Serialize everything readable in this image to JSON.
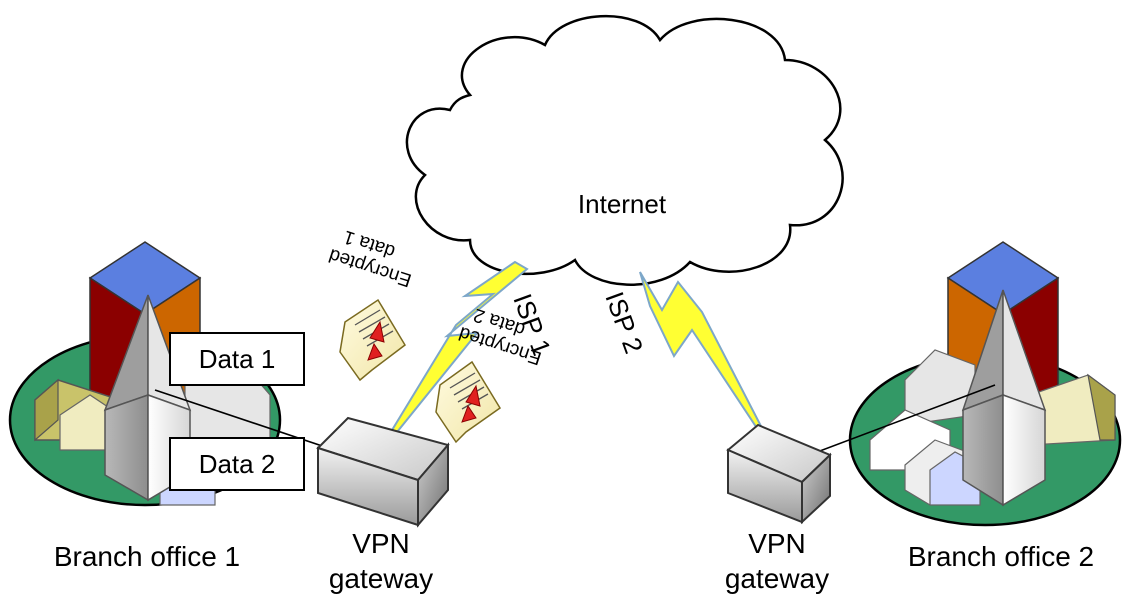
{
  "cloud": {
    "label": "Internet"
  },
  "links": {
    "isp1": {
      "label": "ISP 1"
    },
    "isp2": {
      "label": "ISP 2"
    }
  },
  "sites": {
    "branch1": {
      "label": "Branch office 1"
    },
    "branch2": {
      "label": "Branch office 2"
    }
  },
  "gateways": {
    "left": {
      "line1": "VPN",
      "line2": "gateway"
    },
    "right": {
      "line1": "VPN",
      "line2": "gateway"
    }
  },
  "data_labels": {
    "data1": "Data 1",
    "data2": "Data 2"
  },
  "packets": {
    "p1": {
      "line1": "Encrypted",
      "line2": "data 1"
    },
    "p2": {
      "line1": "Encrypted",
      "line2": "data 2"
    }
  },
  "colors": {
    "lightning": "#ffff33",
    "lightning_outline": "#7da7c9",
    "ground": "#339966",
    "roof_blue": "#5b7fe0",
    "tower_red": "#8b0000",
    "tower_orange": "#cc6600",
    "wall_yellow": "#c9c36a",
    "arrow_red": "#e02020"
  }
}
